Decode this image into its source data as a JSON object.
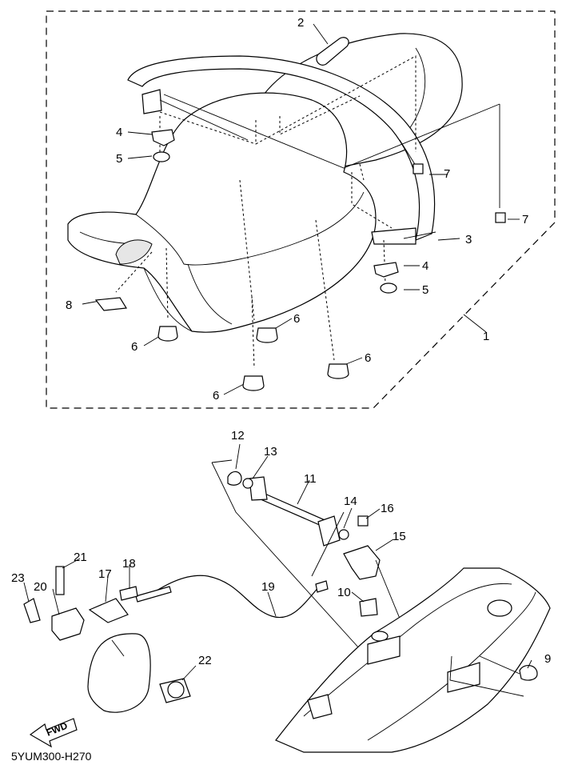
{
  "diagram": {
    "callouts": [
      "1",
      "2",
      "3",
      "4",
      "4",
      "5",
      "5",
      "6",
      "6",
      "6",
      "6",
      "7",
      "7",
      "8",
      "9",
      "10",
      "11",
      "12",
      "13",
      "14",
      "15",
      "16",
      "17",
      "18",
      "19",
      "20",
      "21",
      "22",
      "23"
    ],
    "fwd_label": "FWD",
    "figure_code": "5YUM300-H270"
  }
}
